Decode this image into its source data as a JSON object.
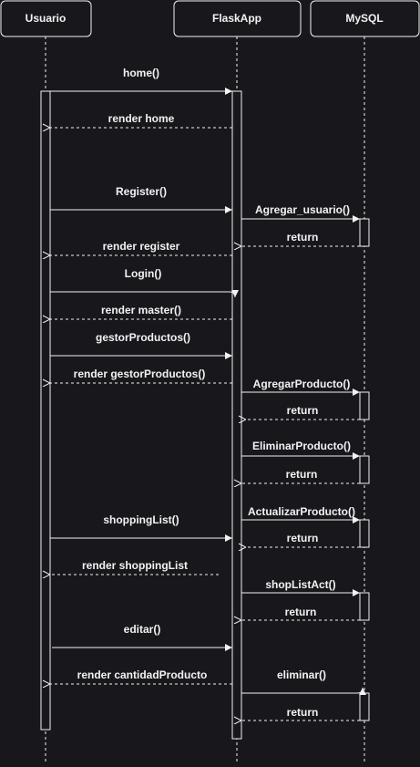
{
  "actors": [
    {
      "id": "usuario",
      "label": "Usuario"
    },
    {
      "id": "flask",
      "label": "FlaskApp"
    },
    {
      "id": "mysql",
      "label": "MySQL"
    }
  ],
  "messages": [
    {
      "label": "home()",
      "from": "usuario",
      "to": "flask",
      "kind": "call"
    },
    {
      "label": "render home",
      "from": "flask",
      "to": "usuario",
      "kind": "return"
    },
    {
      "label": "Register()",
      "from": "usuario",
      "to": "flask",
      "kind": "call"
    },
    {
      "label": "Agregar_usuario()",
      "from": "flask",
      "to": "mysql",
      "kind": "call"
    },
    {
      "label": "return",
      "from": "mysql",
      "to": "flask",
      "kind": "return"
    },
    {
      "label": "render register",
      "from": "flask",
      "to": "usuario",
      "kind": "return"
    },
    {
      "label": "Login()",
      "from": "usuario",
      "to": "flask",
      "kind": "call"
    },
    {
      "label": "render master()",
      "from": "flask",
      "to": "usuario",
      "kind": "return"
    },
    {
      "label": "gestorProductos()",
      "from": "usuario",
      "to": "flask",
      "kind": "call"
    },
    {
      "label": "render gestorProductos()",
      "from": "flask",
      "to": "usuario",
      "kind": "return"
    },
    {
      "label": "AgregarProducto()",
      "from": "flask",
      "to": "mysql",
      "kind": "call"
    },
    {
      "label": "return",
      "from": "mysql",
      "to": "flask",
      "kind": "return"
    },
    {
      "label": "EliminarProducto()",
      "from": "flask",
      "to": "mysql",
      "kind": "call"
    },
    {
      "label": "return",
      "from": "mysql",
      "to": "flask",
      "kind": "return"
    },
    {
      "label": "ActualizarProducto()",
      "from": "flask",
      "to": "mysql",
      "kind": "call"
    },
    {
      "label": "shoppingList()",
      "from": "usuario",
      "to": "flask",
      "kind": "call"
    },
    {
      "label": "return",
      "from": "mysql",
      "to": "flask",
      "kind": "return"
    },
    {
      "label": "render shoppingList",
      "from": "flask",
      "to": "usuario",
      "kind": "return"
    },
    {
      "label": "shopListAct()",
      "from": "flask",
      "to": "mysql",
      "kind": "call"
    },
    {
      "label": "return",
      "from": "mysql",
      "to": "flask",
      "kind": "return"
    },
    {
      "label": "editar()",
      "from": "usuario",
      "to": "flask",
      "kind": "call"
    },
    {
      "label": "render cantidadProducto",
      "from": "flask",
      "to": "usuario",
      "kind": "return"
    },
    {
      "label": "eliminar()",
      "from": "flask",
      "to": "mysql",
      "kind": "call"
    },
    {
      "label": "return",
      "from": "mysql",
      "to": "flask",
      "kind": "return"
    }
  ],
  "colors": {
    "background": "#18171c",
    "line": "#f2f2f2",
    "box_border": "#f2f2f2"
  }
}
